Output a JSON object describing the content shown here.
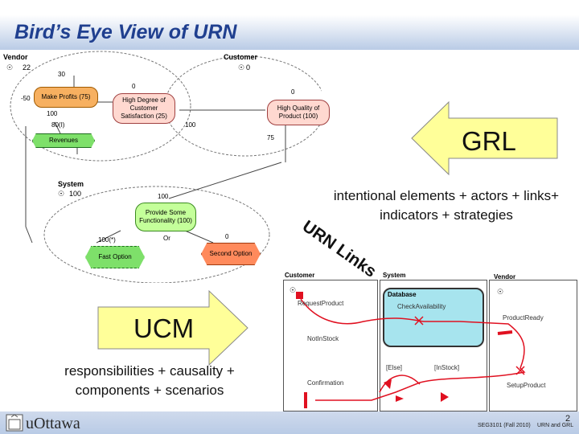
{
  "title": "Bird’s Eye View of URN",
  "grl": {
    "arrow_label": "GRL",
    "description": "intentional elements + actors + links+ indicators + strategies",
    "actors": {
      "vendor": {
        "name": "Vendor",
        "value": "22"
      },
      "customer": {
        "name": "Customer",
        "value": "0"
      },
      "system": {
        "name": "System",
        "value": "100"
      }
    },
    "elements": {
      "make_profits": "Make Profits (75)",
      "high_satisfaction": "High Degree of Customer Satisfaction (25)",
      "high_quality": "High Quality of Product (100)",
      "revenues": "Revenues",
      "provide_functionality": "Provide Some Functionality (100)",
      "fast_option": "Fast Option",
      "second_option": "Second Option"
    },
    "link_values": {
      "v30": "30",
      "v0a": "0",
      "vneg50": "-50",
      "v100a": "100",
      "v80": "80(I)",
      "v0b": "0",
      "v100b": "100",
      "v75": "75",
      "v100c": "100",
      "v100star": "100(*)",
      "or": "Or",
      "v0c": "0"
    }
  },
  "ucm": {
    "arrow_label": "UCM",
    "description": "responsibilities + causality + components + scenarios",
    "components": {
      "customer": "Customer",
      "system": "System",
      "vendor": "Vendor",
      "database": "Database"
    },
    "responsibilities": {
      "request_product": "RequestProduct",
      "check_availability": "CheckAvailability",
      "not_in_stock": "NotInStock",
      "product_ready": "ProductReady",
      "else": "[Else]",
      "in_stock": "[InStock]",
      "confirmation": "Confirmation",
      "setup_product": "SetupProduct"
    }
  },
  "urn_links_label": "URN Links",
  "footer": {
    "logo": "uOttawa",
    "course": "SEG3101 (Fall 2010)",
    "topic": "URN and GRL",
    "page": "2"
  }
}
